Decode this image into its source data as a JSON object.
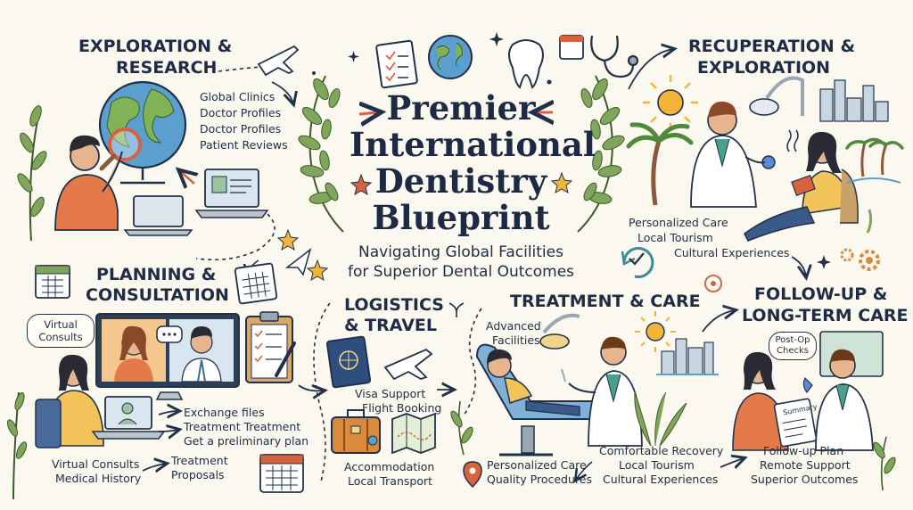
{
  "title": {
    "line1": "Premier",
    "line2": "International",
    "line3": "Dentistry",
    "line4": "Blueprint"
  },
  "subtitle": {
    "line1": "Navigating Global Facilities",
    "line2": "for Superior Dental Outcomes"
  },
  "sections": {
    "exploration": {
      "heading1": "EXPLORATION &",
      "heading2": "RESEARCH",
      "items": [
        "Global Clinics",
        "Doctor Profiles",
        "Doctor Profiles",
        "Patient Reviews"
      ]
    },
    "planning": {
      "heading1": "PLANNING &",
      "heading2": "CONSULTATION",
      "bubble1": "Virtual",
      "bubble2": "Consults",
      "items_right": [
        "Exchange files",
        "Treatment Treatment",
        "Get a preliminary plan"
      ],
      "items_left": [
        "Virtual Consults",
        "Medical History"
      ],
      "items_mid": [
        "Treatment",
        "Proposals"
      ]
    },
    "logistics": {
      "heading1": "LOGISTICS",
      "heading2": "& TRAVEL",
      "items_top": [
        "Visa Support",
        "Flight Booking"
      ],
      "items_bottom": [
        "Accommodation",
        "Local Transport"
      ]
    },
    "treatment": {
      "heading": "TREATMENT & CARE",
      "label1": "Advanced",
      "label2": "Facilities",
      "items_left": [
        "Personalized Care",
        "Quality Procedures"
      ],
      "items_right": [
        "Comfortable Recovery",
        "Local Tourism",
        "Cultural Experiences"
      ]
    },
    "recuperation": {
      "heading1": "RECUPERATION &",
      "heading2": "EXPLORATION",
      "items": [
        "Personalized Care",
        "Local Tourism",
        "Cultural Experiences"
      ]
    },
    "followup": {
      "heading1": "FOLLOW-UP &",
      "heading2": "LONG-TERM CARE",
      "bubble1": "Post-Op",
      "bubble2": "Checks",
      "clipboard": "Summary",
      "items": [
        "Follow-up Plan",
        "Remote Support",
        "Superior Outcomes"
      ]
    }
  },
  "colors": {
    "ink": "#22314a",
    "leaf": "#6f9a4e",
    "accent_red": "#d9623e",
    "accent_yellow": "#f2b53a",
    "ocean": "#5b9fcf",
    "paper": "#fbf8ef"
  }
}
